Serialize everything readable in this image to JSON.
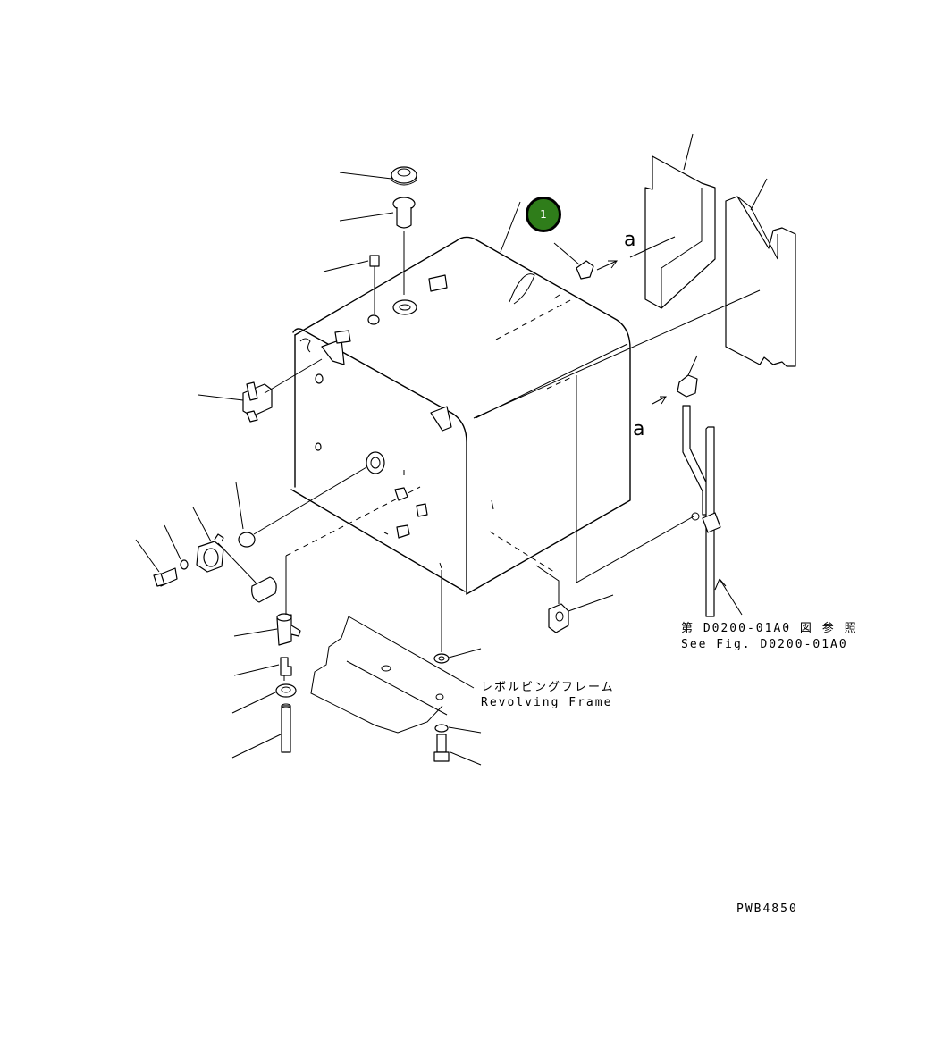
{
  "callout": {
    "number": "1",
    "fill": "#2f7d1a"
  },
  "view_markers": {
    "upper": "a",
    "lower": "a"
  },
  "labels": {
    "see_fig_jp": "第 D0200-01A0 図 参 照",
    "see_fig_en": "See Fig. D0200-01A0",
    "revolving_frame_jp": "レボルビングフレーム",
    "revolving_frame_en": "Revolving Frame",
    "drawing_number": "PWB4850"
  }
}
